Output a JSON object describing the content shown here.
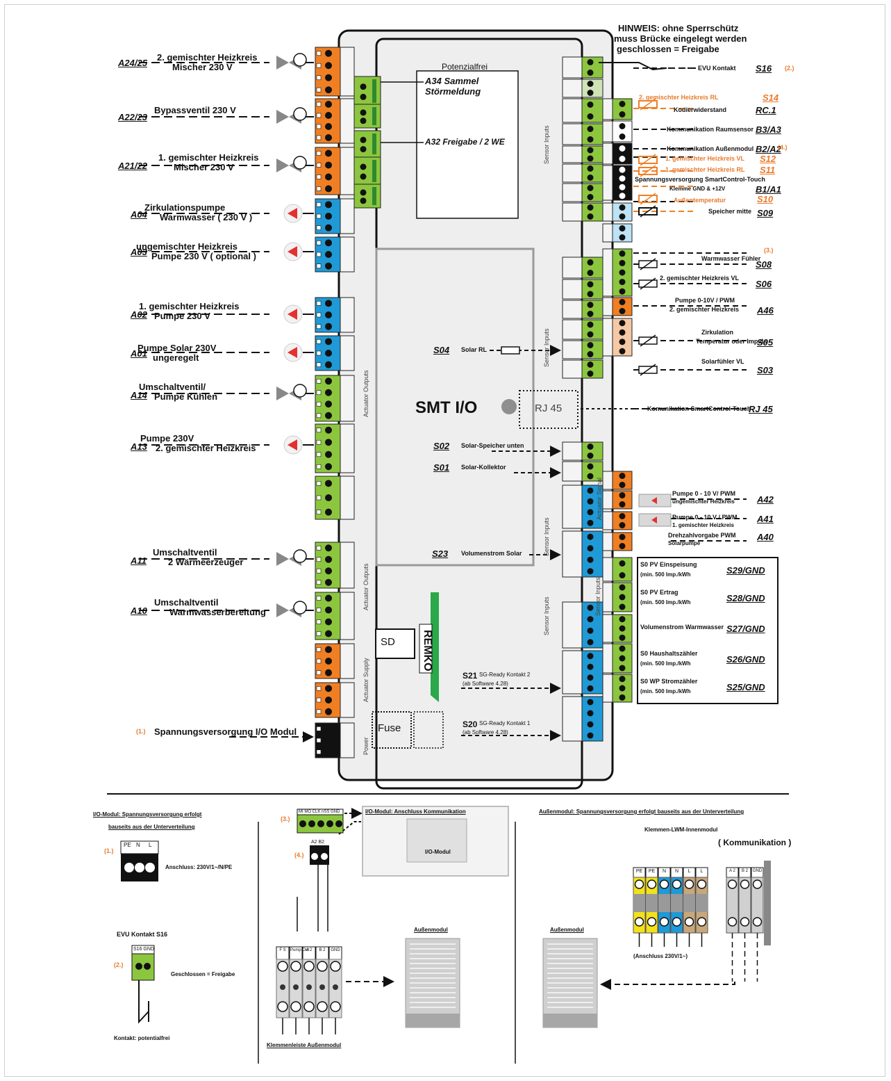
{
  "notice": {
    "line1": "HINWEIS: ohne Sperrschütz",
    "line2": "muss Brücke eingelegt werden",
    "line3": "geschlossen = Freigabe"
  },
  "module": {
    "title": "SMT I/O",
    "potenzialfrei": "Potenzialfrei",
    "a34": "A34 Sammel",
    "a34b": "Störmeldung",
    "a32": "A32 Freigabe / 2 WE",
    "rj45": "RJ 45",
    "sd": "SD",
    "fuse": "Fuse",
    "brand": "REMKO"
  },
  "sections": {
    "actuator_outputs": "Actuator Outputs",
    "actuator_outputs2": "Actuator Outputs",
    "actuator_supply": "Actuator Supply",
    "power": "Power",
    "sensor_inputs_top": "Sensor Inputs",
    "sensor_inputs_mid": "Sensor Inputs",
    "sensor_inputs_s2": "Sensor Inputs",
    "sensor_inputs_s3": "Sensor Inputs",
    "sensor_inputs_s0": "Sensor Inputs",
    "actuator_signal": "Actuator Signal"
  },
  "left_outputs": [
    {
      "ref": "A24/25",
      "l1": "2. gemischter Heizkreis",
      "l2": "Mischer 230 V"
    },
    {
      "ref": "A22/23",
      "l1": "Bypassventil 230 V",
      "l2": ""
    },
    {
      "ref": "A21/22",
      "l1": "1. gemischter Heizkreis",
      "l2": "Mischer 230 V"
    },
    {
      "ref": "A04",
      "l1": "Zirkulationspumpe",
      "l2": "Warmwasser  ( 230 V )"
    },
    {
      "ref": "A03",
      "l1": "ungemischter  Heizkreis",
      "l2": "Pumpe 230 V ( optional )"
    },
    {
      "ref": "A02",
      "l1": "1. gemischter Heizkreis",
      "l2": "Pumpe 230 V"
    },
    {
      "ref": "A01",
      "l1": "Pumpe  Solar 230V",
      "l2": "ungeregelt"
    },
    {
      "ref": "A14",
      "l1": "Umschaltventil/",
      "l2": "Pumpe Kühlen"
    },
    {
      "ref": "A13",
      "l1": "Pumpe 230V",
      "l2": "2. gemischter Heizkreis"
    },
    {
      "ref": "A11",
      "l1": "Umschaltventil",
      "l2": "2 Wärmeerzeuger"
    },
    {
      "ref": "A10",
      "l1": "Umschaltventil",
      "l2": "Warmwasserbereitung"
    }
  ],
  "power_supply": {
    "num": "(1.)",
    "label": "Spannungsversorgung I/O Modul"
  },
  "right_top": [
    {
      "label": "EVU Kontakt",
      "ref": "S16",
      "num": "(2.)"
    },
    {
      "label": "2. gemischter  Heizkreis RL",
      "ref": "S14"
    },
    {
      "label": "Kodierwiderstand",
      "ref": "RC.1"
    },
    {
      "label": "Kommunikation Raumsensor",
      "ref": "B3/A3"
    },
    {
      "label": "Kommunikation Außenmodul",
      "ref": "B2/A2",
      "num": "(4.)"
    },
    {
      "label": "1. gemischter Heizkreis VL",
      "ref": "S12"
    },
    {
      "label": "1. gemischter Heizkreis RL",
      "ref": "S11"
    },
    {
      "label": "Spannungsversorgung SmartControl-Touch",
      "label2": "Klemme GND & +12V",
      "ref": "B1/A1"
    },
    {
      "label": "Außentemperatur",
      "ref": "S10"
    },
    {
      "label": "Speicher mitte",
      "ref": "S09"
    }
  ],
  "right_mid": [
    {
      "num": "(3.)"
    },
    {
      "label": "Warmwasser Fühler",
      "ref": "S08"
    },
    {
      "label": "2. gemischter Heizkreis VL",
      "ref": "S06"
    },
    {
      "label": "Pumpe 0-10V / PWM",
      "label2": "2. gemischter Heizkreis",
      "ref": "A46"
    },
    {
      "label": "Zirkulation",
      "label2": "Temperatur oder Impuls",
      "ref": "S05"
    },
    {
      "label": "Solarfühler VL",
      "ref": "S03"
    },
    {
      "label": "Komunikation SmartControl-Touch",
      "ref": "RJ 45"
    }
  ],
  "inner": {
    "s04": "S04",
    "s04l": "Solar RL",
    "s02": "S02",
    "s02l": "Solar-Speicher unten",
    "s01": "S01",
    "s01l": "Solar-Kollektor",
    "s23": "S23",
    "s23l": "Volumenstrom Solar",
    "s21": "S21",
    "s21l": "SG-Ready Kontakt 2",
    "s21s": "(ab Software 4.28)",
    "s20": "S20",
    "s20l": "SG-Ready Kontakt 1",
    "s20s": "(ab Software 4.28)"
  },
  "right_signal": [
    {
      "label": "Pumpe 0 - 10 V/ PWM",
      "label2": "ungemischter Heizkreis",
      "ref": "A42"
    },
    {
      "label": "Pumpe 0 - 10 V / PWM",
      "label2": "1. gemischter Heizkreis",
      "ref": "A41"
    },
    {
      "label": "Drehzahlvorgabe  PWM",
      "label2": "Solarpumpe",
      "ref": "A40"
    }
  ],
  "s0_box": [
    {
      "l1": "S0 PV  Einspeisung",
      "l2": "(min. 500 Imp./kWh",
      "ref": "S29/GND"
    },
    {
      "l1": "S0 PV Ertrag",
      "l2": "(min. 500 Imp./kWh",
      "ref": "S28/GND"
    },
    {
      "l1": "Volumenstrom Warmwasser",
      "l2": "",
      "ref": "S27/GND"
    },
    {
      "l1": "S0  Haushaltszähler",
      "l2": "(min. 500 Imp./kWh",
      "ref": "S26/GND"
    },
    {
      "l1": "S0  WP Stromzähler",
      "l2": "(min. 500 Imp./kWh",
      "ref": "S25/GND"
    }
  ],
  "bottom": {
    "left_title1": "I/O-Modul: Spannungsversorgung erfolgt",
    "left_title2": "bauseits aus der Unterverteilung",
    "num1": "(1.)",
    "anschluss": "Anschluss:  230V/1~/N/PE",
    "pe": "PE",
    "n": "N",
    "l": "L",
    "evu": "EVU Kontakt S16",
    "num2": "(2.)",
    "s16gnd": "S16 GND",
    "geschlossen": "Geschlossen = Freigabe",
    "kontakt": "Kontakt: potentialfrei",
    "mid_title": "I/O-Modul:  Anschluss Kommunikation",
    "num3": "(3.)",
    "mimo": "MI MO CLK nSS GND",
    "num4": "(4.)",
    "a2b2": "A2  B2",
    "io_modul": "I/O-Modul",
    "aussenmodul": "Außenmodul",
    "klemmenleiste": "Klemmenleiste Außenmodul",
    "kl_labels": [
      "F S",
      "Pump Out",
      "A 2",
      "B 2",
      "GND"
    ],
    "right_title": "Außenmodul:  Spannungsversorgung erfolgt bauseits aus der Unterverteilung",
    "klemmen_lwm": "Klemmen-LWM-Innenmodul",
    "kommunikation": "( Kommunikation )",
    "lwm_labels": [
      "PE",
      "PE",
      "N",
      "N",
      "L",
      "L"
    ],
    "komm_labels": [
      "A 2",
      "B 2",
      "GND"
    ],
    "anschluss2": "(Anschluss 230V/1~)",
    "aussenmodul2": "Außenmodul"
  },
  "colors": {
    "orange": "#f07f23",
    "blue": "#1f9ad6",
    "green": "#8cc63f",
    "black": "#111111",
    "module_bg": "#eeeeee",
    "accent": "#e87a2c"
  }
}
